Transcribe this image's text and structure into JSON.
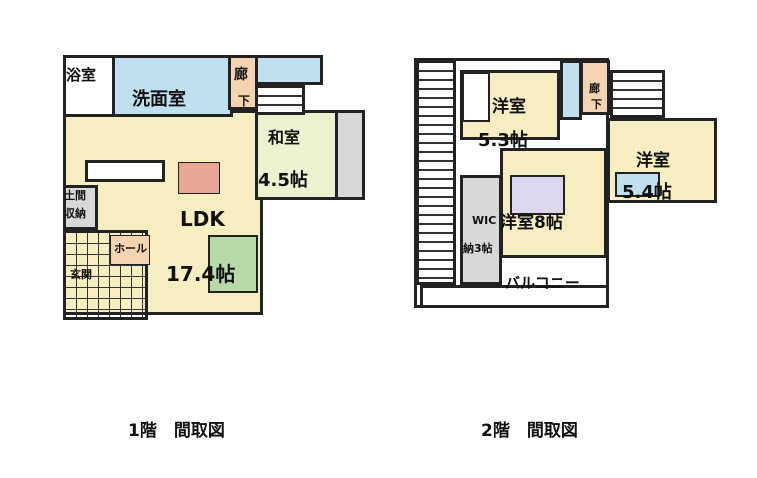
{
  "floor1": {
    "caption": "1階　間取図",
    "rooms": {
      "bath": "浴室",
      "washroom": "洗面室",
      "hall_corridor": "廊",
      "hall_corridor2": "下",
      "japanese_room": "和室",
      "japanese_size": "4.5帖",
      "storage1": "土間",
      "storage2": "収納",
      "entrance_hall": "ホール",
      "entrance": "玄関",
      "ldk": "LDK",
      "ldk_size": "17.4帖"
    }
  },
  "floor2": {
    "caption": "2階　間取図",
    "rooms": {
      "western1": "洋室",
      "western1_size": "5.3帖",
      "corridor": "廊",
      "corridor2": "下",
      "western2": "洋室",
      "western2_size": "5.4帖",
      "wic": "WIC",
      "master": "洋室8帖",
      "wic_size": "納3帖",
      "balcony": "バルコニー"
    }
  },
  "colors": {
    "yellow": "#f6eec0",
    "blue": "#bfe0ef",
    "orange": "#f3d3b0",
    "green": "#b8d9a8",
    "pink": "#e8a593",
    "gray": "#d8d8d8",
    "lavender": "#dcd6ee"
  }
}
